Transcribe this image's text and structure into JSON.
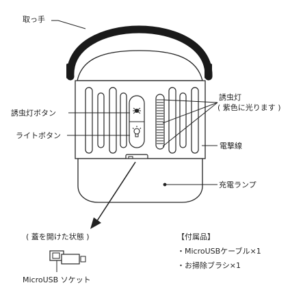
{
  "labels": {
    "handle": "取っ手",
    "insect_lamp_button": "誘虫灯ボタン",
    "light_button": "ライトボタン",
    "insect_lamp_line1": "誘虫灯",
    "insect_lamp_line2": "( 紫色に光ります )",
    "electric_wire": "電撃線",
    "charge_lamp": "充電ランプ",
    "lid_open_state": "( 蓋を開けた状態 )",
    "usb_socket": "MicroUSB ソケット"
  },
  "accessories": {
    "title": "【付属品】",
    "items": [
      "・MicroUSBケーブル×1",
      "・お掃除ブラシ×1"
    ]
  },
  "colors": {
    "line": "#222222",
    "handle": "#1a1a1a",
    "body_fill": "#ffffff"
  }
}
